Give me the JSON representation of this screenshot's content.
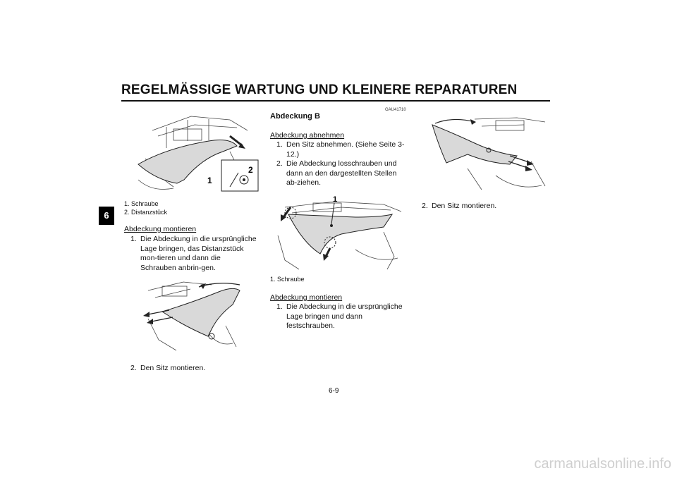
{
  "header": {
    "title": "REGELMÄSSIGE WARTUNG UND KLEINERE REPARATUREN"
  },
  "side_tab": "6",
  "col1": {
    "fig1_callouts": [
      "1",
      "2"
    ],
    "captions": [
      "1. Schraube",
      "2. Distanzstück"
    ],
    "section_title": "Abdeckung montieren",
    "steps": [
      {
        "n": "1.",
        "text": "Die Abdeckung in die ursprüngliche Lage bringen, das Distanzstück mon-tieren und dann die Schrauben anbrin-gen."
      }
    ],
    "step2": {
      "n": "2.",
      "text": "Den Sitz montieren."
    }
  },
  "col2": {
    "code": "GAU41710",
    "heading": "Abdeckung B",
    "remove_title": "Abdeckung abnehmen",
    "remove_steps": [
      {
        "n": "1.",
        "text": "Den Sitz abnehmen. (Siehe Seite 3-12.)"
      },
      {
        "n": "2.",
        "text": "Die Abdeckung losschrauben und dann an den dargestellten Stellen ab-ziehen."
      }
    ],
    "fig_callout": "1",
    "caption": "1. Schraube",
    "install_title": "Abdeckung montieren",
    "install_steps": [
      {
        "n": "1.",
        "text": "Die Abdeckung in die ursprüngliche Lage bringen und dann festschrauben."
      }
    ]
  },
  "col3": {
    "step": {
      "n": "2.",
      "text": "Den Sitz montieren."
    }
  },
  "footer": {
    "page_number": "6-9"
  },
  "watermark": "carmanualsonline.info"
}
